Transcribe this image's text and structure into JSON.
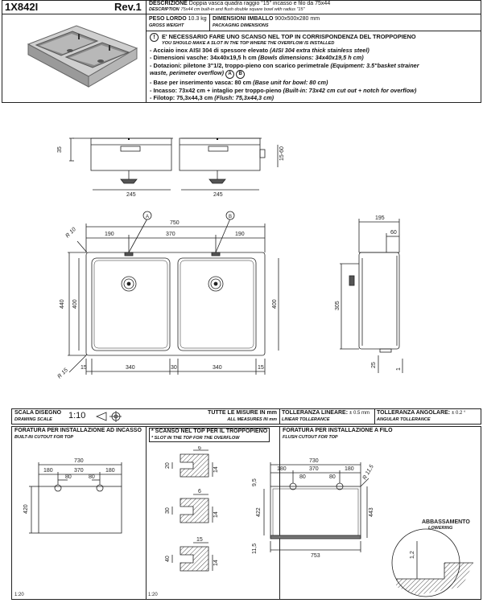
{
  "header": {
    "code": "1X842I",
    "rev": "Rev.1",
    "description_label": "DESCRIZIONE",
    "description_label_en": "DESCRIPTION",
    "description_text": "Doppia vasca quadra raggio \"15\" incasso e filo da 75x44",
    "description_text_en": "75x44 cm built-in and flush double square bowl with radius \"15\"",
    "weight_label": "PESO LORDO",
    "weight_value": "10.3 kg",
    "weight_label_en": "GROSS WEIGHT",
    "pack_label": "DIMENSIONI IMBALLO",
    "pack_value": "900x500x280 mm",
    "pack_label_en": "PACKAGING DIMENSIONS"
  },
  "notes": {
    "warning": "E' NECESSARIO FARE UNO SCANSO NEL TOP IN CORRISPONDENZA DEL TROPPOPIENO",
    "warning_en": "YOU SHOULD MAKE A SLOT IN THE TOP WHERE THE OVERFLOW IS INSTALLED",
    "line1": "- Acciaio inox AISI 304 di spessore elevato",
    "line1_en": "(AISI 304 extra thick stainless steel)",
    "line2": "- Dimensioni vasche: 34x40x19,5 h cm",
    "line2_en": "(Bowls dimensions: 34x40x19,5 h cm)",
    "line3": "- Dotazioni: piletone 3\"1/2, troppo-pieno con scarico perimetrale",
    "line3_en": "(Equipment: 3.5\"basket strainer",
    "line3b_en": "waste, perimeter overflow)",
    "line4": "- Base per inserimento vasca: 80 cm",
    "line4_en": "(Base unit for bowl: 80 cm)",
    "line5": "- Incasso: 73x42 cm + intaglio per troppo-pieno",
    "line5_en": "(Built-in: 73x42 cm cut out + notch for overflow)",
    "line6": "- Filotop: 75,3x44,3 cm",
    "line6_en": "(Flush: 75,3x44,3 cm)",
    "badge_a": "A",
    "badge_b": "B"
  },
  "drawing": {
    "front_dims": {
      "h35": "35",
      "w245a": "245",
      "w245b": "245",
      "h15_60": "15-60"
    },
    "plan_dims": {
      "total": "750",
      "w190a": "190",
      "w370": "370",
      "w190b": "190",
      "r10": "R 10",
      "h440": "440",
      "h400a": "400",
      "h400b": "400",
      "r15": "R 15",
      "w15": "15",
      "w340a": "340",
      "w30": "30",
      "w340b": "340",
      "w15b": "15",
      "a": "A",
      "b": "B"
    },
    "side_dims": {
      "w195": "195",
      "w60": "60",
      "h305": "305",
      "h25": "25",
      "h1": "1"
    }
  },
  "scale_bar": {
    "scale_label": "SCALA DISEGNO",
    "scale_label_en": "DRAWING SCALE",
    "scale_value": "1:10",
    "units_label": "TUTTE LE MISURE IN mm",
    "units_label_en": "ALL MEASURES IN mm",
    "lin_tol_label": "TOLLERANZA LINEARE:",
    "lin_tol_value": "± 0.5 mm",
    "lin_tol_en": "LINEAR TOLLERANCE",
    "ang_tol_label": "TOLLERANZA ANGOLARE:",
    "ang_tol_value": "± 0.2 °",
    "ang_tol_en": "ANGULAR TOLLERANCE"
  },
  "bottom": {
    "builtin_title": "FORATURA PER INSTALLAZIONE AD INCASSO",
    "builtin_title_en": "BUILT-IN CUTOUT FOR TOP",
    "builtin_dims": {
      "w730": "730",
      "w180a": "180",
      "w370": "370",
      "w180b": "180",
      "w80a": "80",
      "w80b": "80",
      "h420": "420"
    },
    "builtin_scale": "1:20",
    "slot_title": "* SCANSO NEL TOP PER IL TROPPOPIENO",
    "slot_title_en": "* SLOT IN THE TOP FOR THE OVERFLOW",
    "slot_dims": {
      "d20": "20",
      "d6a": "6",
      "d14a": "14",
      "d30": "30",
      "d6b": "6",
      "d14b": "14",
      "d40": "40",
      "d15": "15",
      "d14c": "14"
    },
    "slot_scale": "1:20",
    "flush_title": "FORATURA PER INSTALLAZIONE A FILO",
    "flush_title_en": "FLUSH CUTOUT FOR TOP",
    "flush_dims": {
      "w730": "730",
      "w180a": "180",
      "w370": "370",
      "w180b": "180",
      "w80a": "80",
      "w80b": "80",
      "r115": "R 11,5",
      "h95": "9,5",
      "h422": "422",
      "h443": "443",
      "h115": "11,5",
      "w753": "753"
    },
    "lowering_title": "ABBASSAMENTO",
    "lowering_title_en": "LOWERING",
    "lowering_dim": "1,2"
  }
}
